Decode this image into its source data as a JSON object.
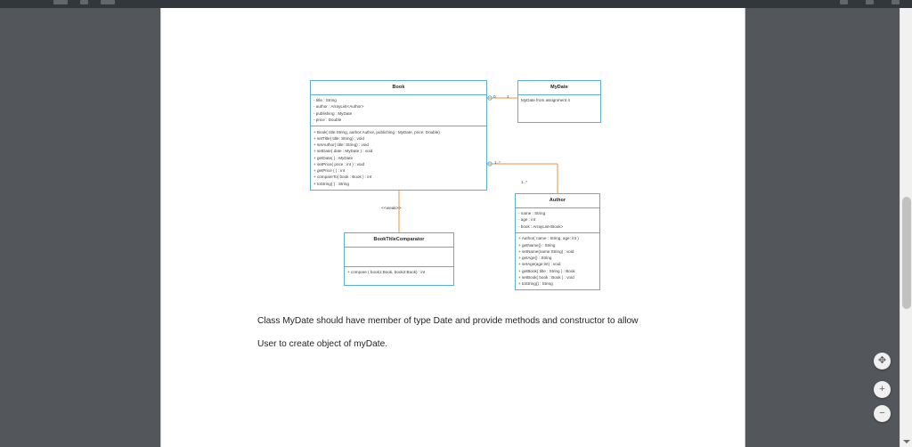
{
  "toolbar": {
    "left_items": [
      "menu-item-1",
      "menu-item-2",
      "menu-item-3"
    ],
    "right_items": [
      "window-minimize",
      "window-maximize",
      "window-close"
    ]
  },
  "diagram": {
    "classes": [
      {
        "id": "book",
        "name": "Book",
        "attributes": [
          "- title : String",
          "- author : ArrayList<Author>",
          "- publishing : MyDate",
          "- price : Double"
        ],
        "methods": [
          "+ Book( title:String, author:Author, publiching :  MyDate, price: Double)",
          "+ setTitle( title: String) : void",
          "+ setAuthor( title: String) : void",
          "+ setDate( date : MyDate ) : void",
          "+ getDate( ) : MyDate",
          "+ setPrice( price : int ) : void",
          "+ getPrice ( ) : int",
          "+ compareTo( book : Book ) : int",
          "+ toString( ) : String"
        ]
      },
      {
        "id": "mydate",
        "name": "MyDate",
        "note": "MyDate from assignment 4"
      },
      {
        "id": "author",
        "name": "Author",
        "attributes": [
          "- name : String",
          "- age : int",
          "- book : ArrayList<Book>"
        ],
        "methods": [
          "+ Author( name : String, age: int )",
          "+ getName() : String",
          "+ setName(name:String) : void",
          "+ getAge() : String",
          "+ setAge(age:int) : void",
          "+ getBook( title : String ) : Book",
          "+ setBook( book : Book ) : void",
          "+ toString() : String"
        ]
      },
      {
        "id": "comparator",
        "name": "BookTitleComparator",
        "attributes": [],
        "methods": [
          "+ compare ( book1:Book, book2:Book) : int"
        ]
      }
    ],
    "multiplicities": {
      "book_to_mydate_source": "0",
      "book_to_mydate_target": "1",
      "book_to_author_source": "1..*",
      "book_to_author_target": "1..*"
    },
    "stereotype": "<<weak>>",
    "line_color": "#ef8f3c",
    "box_border_color": "#5aaede"
  },
  "caption": {
    "line1": "Class MyDate should have member of type Date and provide methods and constructor to allow",
    "line2": "User to create object of myDate."
  },
  "controls": {
    "fit_label": "✥",
    "zoom_in_label": "+",
    "zoom_out_label": "−"
  }
}
